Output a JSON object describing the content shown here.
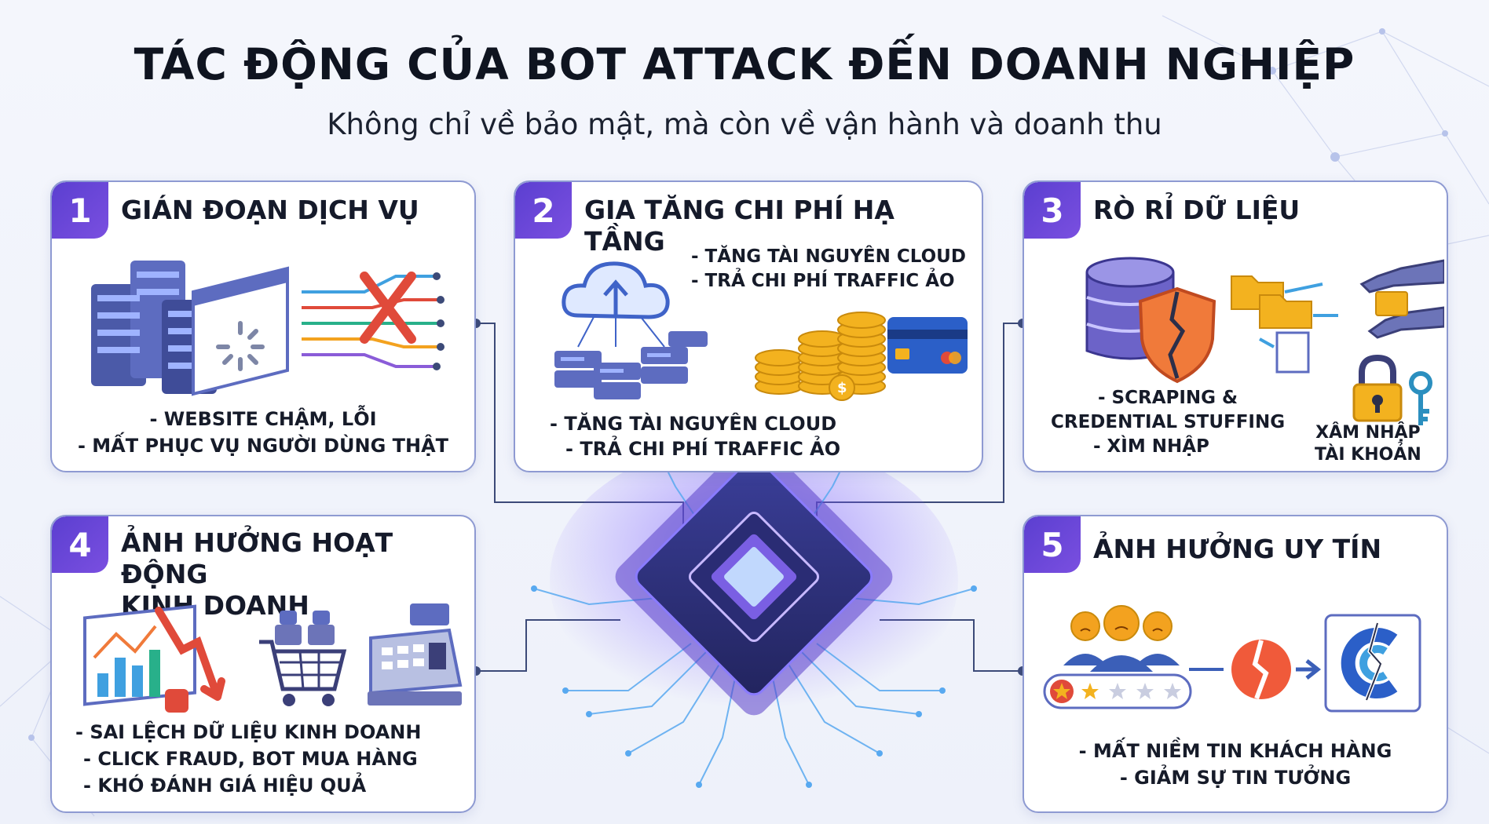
{
  "header": {
    "title": "TÁC ĐỘNG CỦA BOT ATTACK ĐẾN DOANH NGHIỆP",
    "subtitle": "Không chỉ về bảo mật, mà còn về vận hành và doanh thu"
  },
  "cards": [
    {
      "number": "1",
      "title": "GIÁN ĐOẠN DỊCH VỤ",
      "bullets": [
        "- WEBSITE CHẬM, LỖI",
        "- MẤT PHỤC VỤ NGƯỜI DÙNG THẬT"
      ]
    },
    {
      "number": "2",
      "title": "GIA TĂNG CHI PHÍ HẠ TẦNG",
      "top_bullets": [
        "- TĂNG TÀI NGUYÊN CLOUD",
        "- TRẢ CHI PHÍ TRAFFIC ẢO"
      ],
      "bullets": [
        "- TĂNG TÀI NGUYÊN CLOUD",
        "- TRẢ CHI PHÍ TRAFFIC ẢO"
      ]
    },
    {
      "number": "3",
      "title": "RÒ RỈ DỮ LIỆU",
      "bullets": [
        "- SCRAPING &",
        "CREDENTIAL STUFFING",
        "- XÌM NHẬP"
      ],
      "side_label": [
        "XÂM NHẬP",
        "TÀI KHOẢN"
      ]
    },
    {
      "number": "4",
      "title_lines": [
        "ẢNH HƯỞNG HOẠT ĐỘNG",
        "KINH DOANH"
      ],
      "bullets": [
        "- SAI LỆCH DỮ LIỆU KINH DOANH",
        "- CLICK FRAUD, BOT MUA HÀNG",
        "- KHÓ ĐÁNH GIÁ HIỆU QUẢ"
      ]
    },
    {
      "number": "5",
      "title": "ẢNH HƯỞNG UY TÍN",
      "bullets": [
        "- MẤT NIỀM TIN KHÁCH HÀNG",
        "- GIẢM SỰ TIN TƯỞNG"
      ]
    }
  ],
  "icons": [
    "server-rack-icon",
    "loading-window-icon",
    "blocked-traffic-icon",
    "cloud-upload-icon",
    "coins-icon",
    "credit-card-icon",
    "database-icon",
    "broken-shield-icon",
    "folder-icon",
    "robot-hand-icon",
    "padlock-icon",
    "key-icon",
    "chart-down-icon",
    "shopping-cart-robot-icon",
    "cash-register-icon",
    "sad-users-icon",
    "star-rating-icon",
    "broken-heart-icon",
    "broken-logo-icon",
    "cpu-chip-icon"
  ],
  "colors": {
    "badge": "#5b3fd0",
    "card_border": "#8e9ad2",
    "danger": "#e04a3a",
    "coin": "#f3b21f",
    "chip_glow": "#7b5cff"
  },
  "rating": {
    "filled": 2,
    "total": 5
  }
}
